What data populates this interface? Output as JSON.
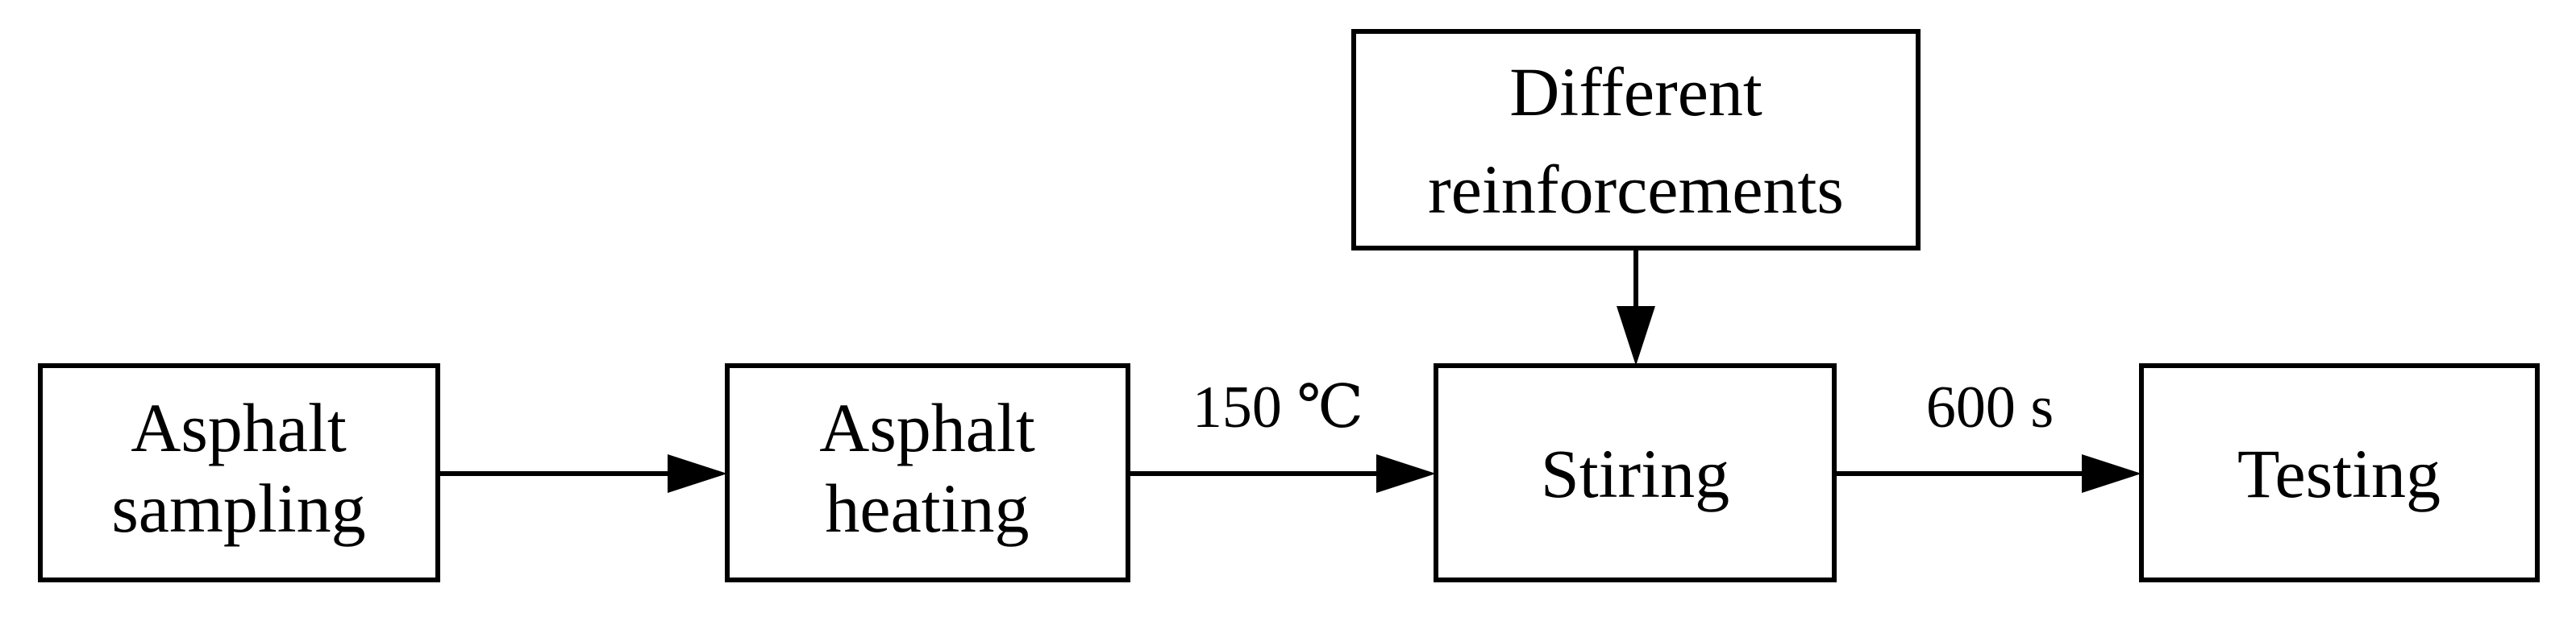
{
  "diagram": {
    "nodes": {
      "asphalt_sampling": {
        "line1": "Asphalt",
        "line2": "sampling"
      },
      "asphalt_heating": {
        "line1": "Asphalt",
        "line2": "heating"
      },
      "stiring": {
        "label": "Stiring"
      },
      "testing": {
        "label": "Testing"
      },
      "different_reinforcements": {
        "line1": "Different",
        "line2": "reinforcements"
      }
    },
    "edges": {
      "sampling_to_heating": {
        "label": ""
      },
      "heating_to_stiring": {
        "label": "150 ℃"
      },
      "reinforcements_to_stiring": {
        "label": ""
      },
      "stiring_to_testing": {
        "label": "600 s"
      }
    }
  }
}
